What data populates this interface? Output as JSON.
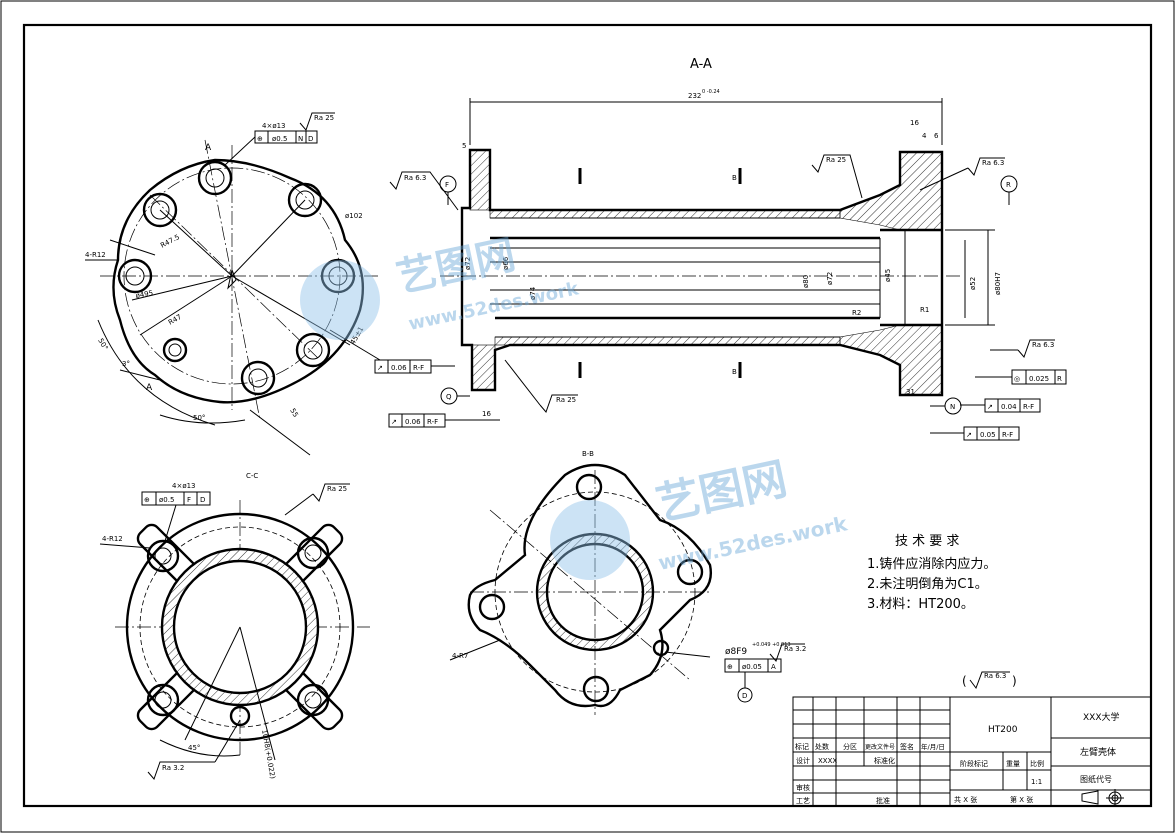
{
  "views": {
    "section_aa": {
      "title": "A-A",
      "dims": {
        "overall_length": "232",
        "overall_tol": "0\n-0.24",
        "flange_thk_left": "5",
        "d16_right": "16",
        "d4": "4",
        "d6": "6",
        "d16_bottom": "16",
        "d31": "31",
        "d72": "ø72",
        "d80": "ø80",
        "d74": "ø74",
        "d45": "ø45",
        "d52": "ø52",
        "d80_h7": "ø80H7",
        "d72_left": "ø72",
        "d66": "ø66",
        "r1": "R1",
        "r2": "R2"
      },
      "roughness": [
        "Ra 25",
        "Ra 6.3",
        "Ra 6.3",
        "Ra 6.3",
        "Ra 25"
      ],
      "datums": [
        "F",
        "R",
        "Q",
        "N"
      ],
      "tolerances": [
        {
          "symbol": "↗",
          "value": "0.06",
          "datum": "R-F"
        },
        {
          "symbol": "↗",
          "value": "0.06",
          "datum": "R-F"
        },
        {
          "symbol": "◎",
          "value": "0.025",
          "datum": "R"
        },
        {
          "symbol": "↗",
          "value": "0.04",
          "datum": "R-F"
        },
        {
          "symbol": "↗",
          "value": "0.05",
          "datum": "R-F"
        }
      ],
      "section_marks": [
        "B",
        "B"
      ]
    },
    "left_view": {
      "hole_spec": "4×ø13",
      "fcf": {
        "symbol": "⊕",
        "tol": "ø0.5",
        "d1": "N",
        "d2": "D"
      },
      "ra": "Ra 25",
      "r12": "4-R12",
      "d102": "ø102",
      "r475": "R47.5",
      "r495": "ø495",
      "r47": "R47",
      "a50": "50°",
      "a3": "3°",
      "a50b": "50°",
      "d55": "55",
      "d454": "45±1",
      "mark_a": "A"
    },
    "section_cc": {
      "title": "C-C",
      "hole_spec": "4×ø13",
      "fcf": {
        "symbol": "⊕",
        "tol": "ø0.5",
        "d1": "F",
        "d2": "D"
      },
      "ra": "Ra 25",
      "r12": "4-R12",
      "angle": "45°",
      "ra2": "Ra 3.2",
      "spline": "10H8(+0.022)"
    },
    "section_bb": {
      "title": "B-B",
      "r7": "4-R7",
      "bore": "ø8F9",
      "bore_tol": "+0.049\n+0.013",
      "fcf": {
        "symbol": "⊕",
        "tol": "ø0.05",
        "d1": "A"
      },
      "ra": "Ra 3.2",
      "datum": "D"
    }
  },
  "watermark": {
    "brand": "艺图网",
    "url": "www.52des.work"
  },
  "tech_req": {
    "title": "技 术 要 求",
    "items": [
      "1.铸件应消除内应力。",
      "2.未注明倒角为C1。",
      "3.材料：HT200。"
    ]
  },
  "general_roughness": "Ra 6.3",
  "title_block": {
    "material": "HT200",
    "school": "XXX大学",
    "part_name": "左臂壳体",
    "drawing_no": "图纸代号",
    "headers": [
      "标记",
      "处数",
      "分区",
      "更改文件号",
      "签名",
      "年/月/日"
    ],
    "design": "设计",
    "designer": "XXXX",
    "standardize": "标准化",
    "stage": "阶段标记",
    "weight": "重量",
    "ratio": "比例",
    "scale": "1:1",
    "review": "审核",
    "process": "工艺",
    "approve": "批准",
    "total": "共 X 张",
    "sheet": "第 X 张"
  }
}
